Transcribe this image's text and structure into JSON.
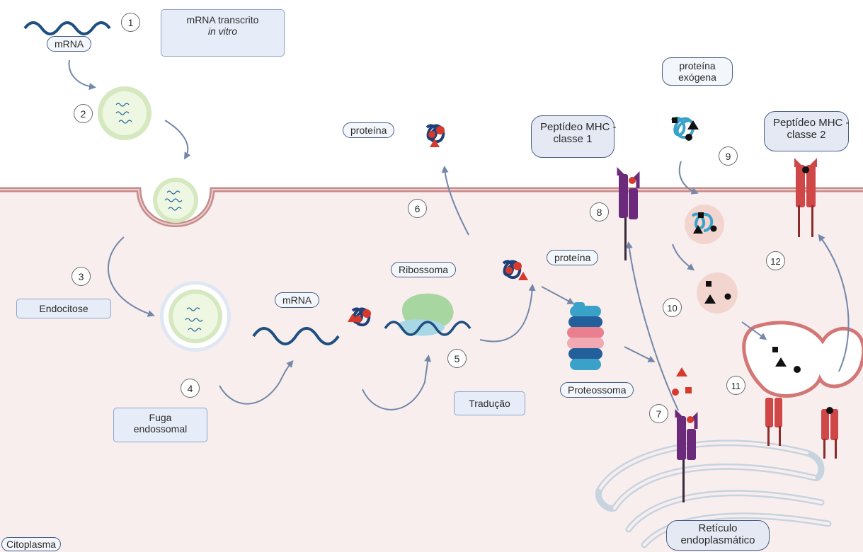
{
  "labels": {
    "mrna_top": "mRNA",
    "mrna_transcrito": "mRNA transcrito",
    "in_vitro": "in vitro",
    "proteina_top": "proteína",
    "peptideo_mhc1_line1": "Peptídeo MHC -",
    "peptideo_mhc1_line2": "classe 1",
    "proteina_exogena_line1": "proteína",
    "proteina_exogena_line2": "exógena",
    "peptideo_mhc2_line1": "Peptídeo MHC -",
    "peptideo_mhc2_line2": "classe 2",
    "endocitose": "Endocitose",
    "mrna_mid": "mRNA",
    "ribossoma": "Ribossoma",
    "proteina_mid": "proteína",
    "fuga_line1": "Fuga",
    "fuga_line2": "endossomal",
    "traducao": "Tradução",
    "proteossoma": "Proteossoma",
    "reticulo_line1": "Retículo",
    "reticulo_line2": "endoplasmático",
    "citoplasma": "Citoplasma"
  },
  "steps": [
    "1",
    "2",
    "3",
    "4",
    "5",
    "6",
    "7",
    "8",
    "9",
    "10",
    "11",
    "12"
  ],
  "colors": {
    "membrane": "#c78b8b",
    "cytoplasm": "#f8eeee",
    "mrna": "#1f4f80",
    "arrow": "#7387a8",
    "mhc1": "#6b2a7a",
    "mhc2": "#cf4747",
    "peptide_red": "#d53a2c",
    "vesicle_fill": "#eef7e2",
    "vesicle_ring": "#d6e8c0",
    "er": "#c7d3df"
  }
}
